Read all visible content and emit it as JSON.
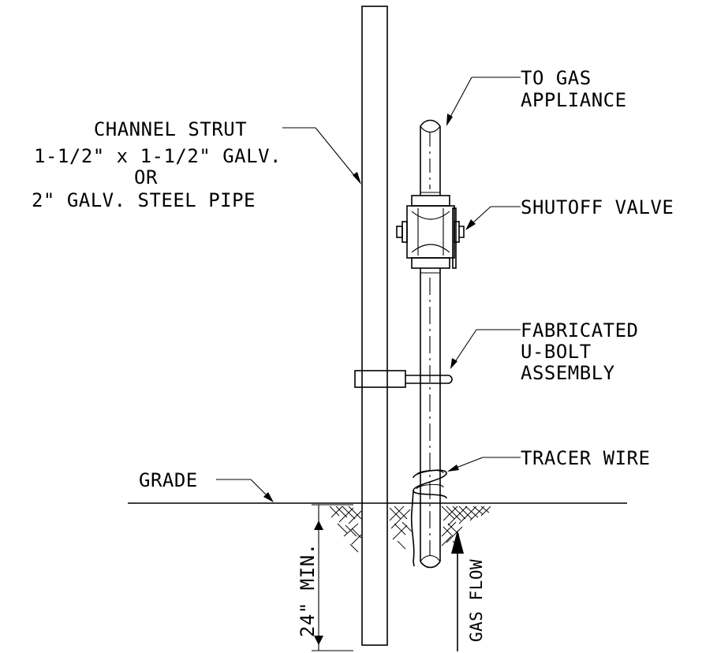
{
  "labels": {
    "strut_line1": "CHANNEL STRUT",
    "strut_line2": "1-1/2\" x 1-1/2\" GALV.",
    "strut_line3": "OR",
    "strut_line4": "2\" GALV. STEEL PIPE",
    "to_gas_line1": "TO GAS",
    "to_gas_line2": "APPLIANCE",
    "shutoff": "SHUTOFF VALVE",
    "ubolt_line1": "FABRICATED",
    "ubolt_line2": "U-BOLT",
    "ubolt_line3": "ASSEMBLY",
    "tracer": "TRACER WIRE",
    "grade": "GRADE",
    "depth": "24\" MIN.",
    "gas_flow": "GAS FLOW"
  }
}
